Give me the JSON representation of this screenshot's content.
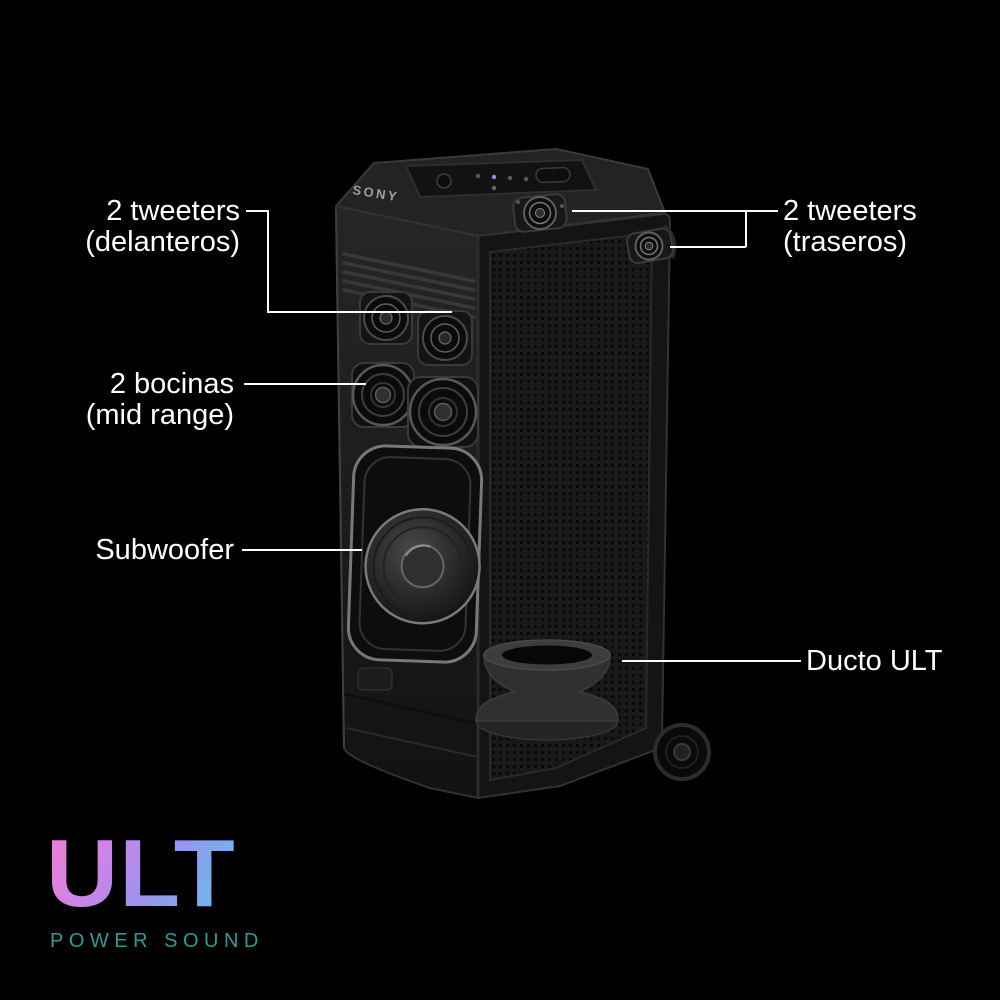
{
  "scene": {
    "background": "#000000",
    "callout_line_color": "#ffffff",
    "callout_text_color": "#ffffff"
  },
  "speaker": {
    "brand": "SONY"
  },
  "callouts": {
    "front_tweeters": {
      "line1": "2 tweeters",
      "line2": "(delanteros)"
    },
    "mid_range": {
      "line1": "2 bocinas",
      "line2": "(mid range)"
    },
    "subwoofer": {
      "label": "Subwoofer"
    },
    "rear_tweeters": {
      "line1": "2 tweeters",
      "line2": "(traseros)"
    },
    "ult_duct": {
      "label": "Ducto ULT"
    }
  },
  "logo": {
    "title": "ULT",
    "subtitle": "POWER SOUND",
    "gradient": [
      "#f27fd4",
      "#cf84e6",
      "#9a93ee",
      "#6fb6ec",
      "#55d2c8"
    ],
    "subtitle_color": "#2d9c94"
  }
}
